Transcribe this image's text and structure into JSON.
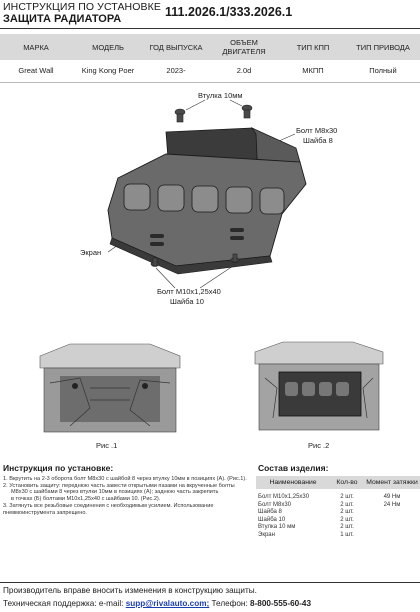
{
  "header": {
    "line1": "ИНСТРУКЦИЯ ПО УСТАНОВКЕ",
    "line2": "ЗАЩИТА РАДИАТОРА",
    "code": "111.2026.1/333.2026.1"
  },
  "spec_table": {
    "headers": [
      "МАРКА",
      "МОДЕЛЬ",
      "ГОД ВЫПУСКА",
      "ОБЪЕМ ДВИГАТЕЛЯ",
      "ТИП КПП",
      "ТИП ПРИВОДА"
    ],
    "row": [
      "Great Wall",
      "King Kong Poer",
      "2023-",
      "2.0d",
      "МКПП",
      "Полный"
    ]
  },
  "diagram_labels": {
    "bushing": "Втулка 10мм",
    "bolt_m8": "Болт М8х30",
    "washer_8": "Шайба 8",
    "screen": "Экран",
    "bolt_m10": "Болт М10х1,25х40",
    "washer_10": "Шайба 10"
  },
  "photos": {
    "fig1": "Рис .1",
    "fig2": "Рис .2"
  },
  "instructions": {
    "title": "Инструкция по установке:",
    "steps": [
      "1. Вкрутить на 2-3 оборота болт М8х30 с шайбой 8 через втулку 10мм в позициях (А). (Рис.1).",
      "2. Установить защиту: переднюю часть завести открытыми пазами на вкрученные болты",
      "М8х30 с шайбами 8 через втулки 10мм в позициях (А); заднюю часть закрепить",
      "в точках (Б) болтами М10х1,25х40 с шайбами 10. (Рис.2).",
      "3. Затянуть все резьбовые соединения с необходимым усилием. Использование",
      "пневмоинструмента запрещено."
    ]
  },
  "kit": {
    "title": "Состав изделия:",
    "headers": [
      "Наименование",
      "Кол-во",
      "Момент затяжки"
    ],
    "rows": [
      {
        "name": "Болт М10х1,25х30",
        "qty": "2 шт.",
        "torque": "49 Нм"
      },
      {
        "name": "Болт М8х30",
        "qty": "2 шт.",
        "torque": "24 Нм"
      },
      {
        "name": "Шайба 8",
        "qty": "2 шт.",
        "torque": ""
      },
      {
        "name": "Шайба 10",
        "qty": "2 шт.",
        "torque": ""
      },
      {
        "name": "Втулка 10 мм",
        "qty": "2 шт.",
        "torque": ""
      },
      {
        "name": "Экран",
        "qty": "1 шт.",
        "torque": ""
      }
    ]
  },
  "footer": {
    "line1": "Производитель вправе вносить изменения в конструкцию защиты.",
    "support_label": "Техническая поддержка:  e-mail: ",
    "email": "supp@rivalauto.com;",
    "phone_label": " Телефон: ",
    "phone": "8-800-555-60-43"
  }
}
